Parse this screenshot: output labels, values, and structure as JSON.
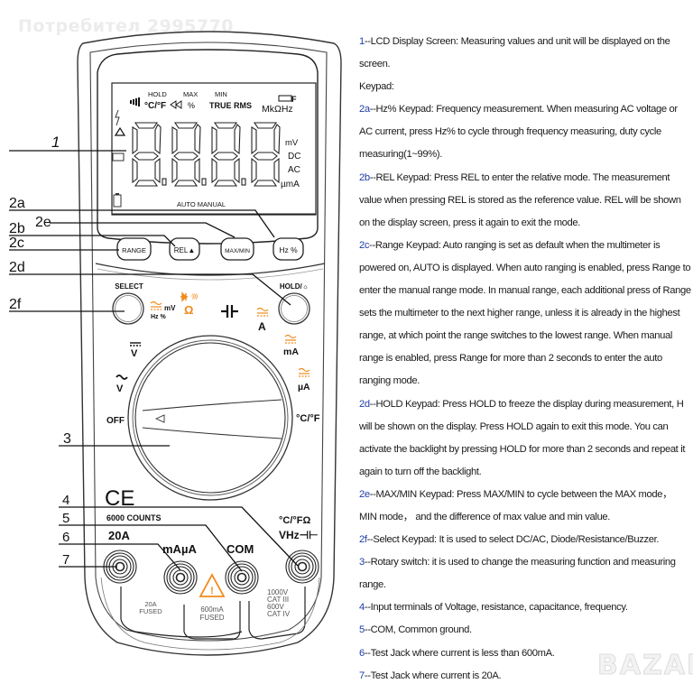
{
  "watermark": "Потребител 2995770",
  "brand_watermark": "BAZAR",
  "colors": {
    "accent_orange": "#f08a1c",
    "number_blue": "#1f3ca8",
    "line": "#111111"
  },
  "callouts": [
    "1",
    "2a",
    "2b",
    "2e",
    "2c",
    "2d",
    "2f",
    "3",
    "4",
    "5",
    "6",
    "7"
  ],
  "lcd": {
    "indicators_top": [
      "HOLD",
      "MAX",
      "MIN"
    ],
    "symbols_row": [
      "°C/°F",
      "%",
      "TRUE RMS"
    ],
    "units_right_top": "MkΩHz",
    "units_right": [
      "mV",
      "DC",
      "AC",
      "µmA"
    ],
    "digits": "8888",
    "bottom_label": "AUTO MANUAL"
  },
  "keypad": {
    "range": "RANGE",
    "rel": "REL▲",
    "maxmin": "MAX/MIN",
    "hz": "Hz %",
    "select": "SELECT",
    "hold": "HOLD/☼"
  },
  "dial": {
    "off": "OFF",
    "v_dc": "V",
    "v_ac": "V",
    "mv": "mV",
    "hz_pct": "Hz %",
    "ohm": "Ω",
    "cap": "⊣⊢",
    "a": "A",
    "ma": "mA",
    "ua": "µA",
    "temp": "°C/°F"
  },
  "front": {
    "ce": "CE",
    "counts": "6000 COUNTS",
    "jack_20a": "20A",
    "jack_ma": "mAµA",
    "jack_com": "COM",
    "jack_v_line1": "°C/°FΩ",
    "jack_v_line2": "VHz⊣⊢",
    "fuse_20a_1": "20A",
    "fuse_20a_2": "FUSED",
    "fuse_600_1": "600mA",
    "fuse_600_2": "FUSED",
    "cat_1": "1000V",
    "cat_2": "CAT III",
    "cat_3": "600V",
    "cat_4": "CAT IV"
  },
  "descriptions": [
    {
      "num": "1",
      "text": "--LCD Display Screen: Measuring values and unit will be displayed on the screen."
    },
    {
      "num": "",
      "text": "Keypad:"
    },
    {
      "num": "2a",
      "text": "--Hz% Keypad: Frequency measurement. When measuring AC voltage or AC current, press Hz% to cycle through frequency measuring, duty cycle measuring(1~99%)."
    },
    {
      "num": "2b",
      "text": "--REL Keypad: Press REL to enter the relative mode. The measurement value when pressing REL is stored as the reference value. REL will be shown on the display screen, press it again to exit the mode."
    },
    {
      "num": "2c",
      "text": "--Range Keypad: Auto ranging is set as default when the multimeter is powered on, AUTO is displayed. When auto ranging is enabled, press Range to enter the manual range mode. In manual range, each additional press of Range sets the multimeter to the next higher range, unless it is already in the highest range, at which point the range switches to the lowest range. When manual range is enabled, press Range for more than 2 seconds to enter the auto ranging mode."
    },
    {
      "num": "2d",
      "text": "--HOLD Keypad: Press HOLD to freeze the display during measurement, H will be shown on the display. Press HOLD again to exit this mode. You can activate the backlight by pressing HOLD for more than 2 seconds and repeat it again to turn off the backlight."
    },
    {
      "num": "2e",
      "text": "--MAX/MIN Keypad: Press MAX/MIN to cycle between the MAX mode， MIN mode， and the difference of max value and min value."
    },
    {
      "num": "2f",
      "text": "--Select Keypad: It is used to select DC/AC, Diode/Resistance/Buzzer."
    },
    {
      "num": "3",
      "text": "--Rotary switch: it is used to change the measuring function and measuring range."
    },
    {
      "num": "4",
      "text": "--Input terminals of Voltage, resistance, capacitance, frequency."
    },
    {
      "num": "5",
      "text": "--COM, Common ground."
    },
    {
      "num": "6",
      "text": "--Test Jack where current is less than 600mA."
    },
    {
      "num": "7",
      "text": "--Test Jack where current is 20A."
    }
  ]
}
